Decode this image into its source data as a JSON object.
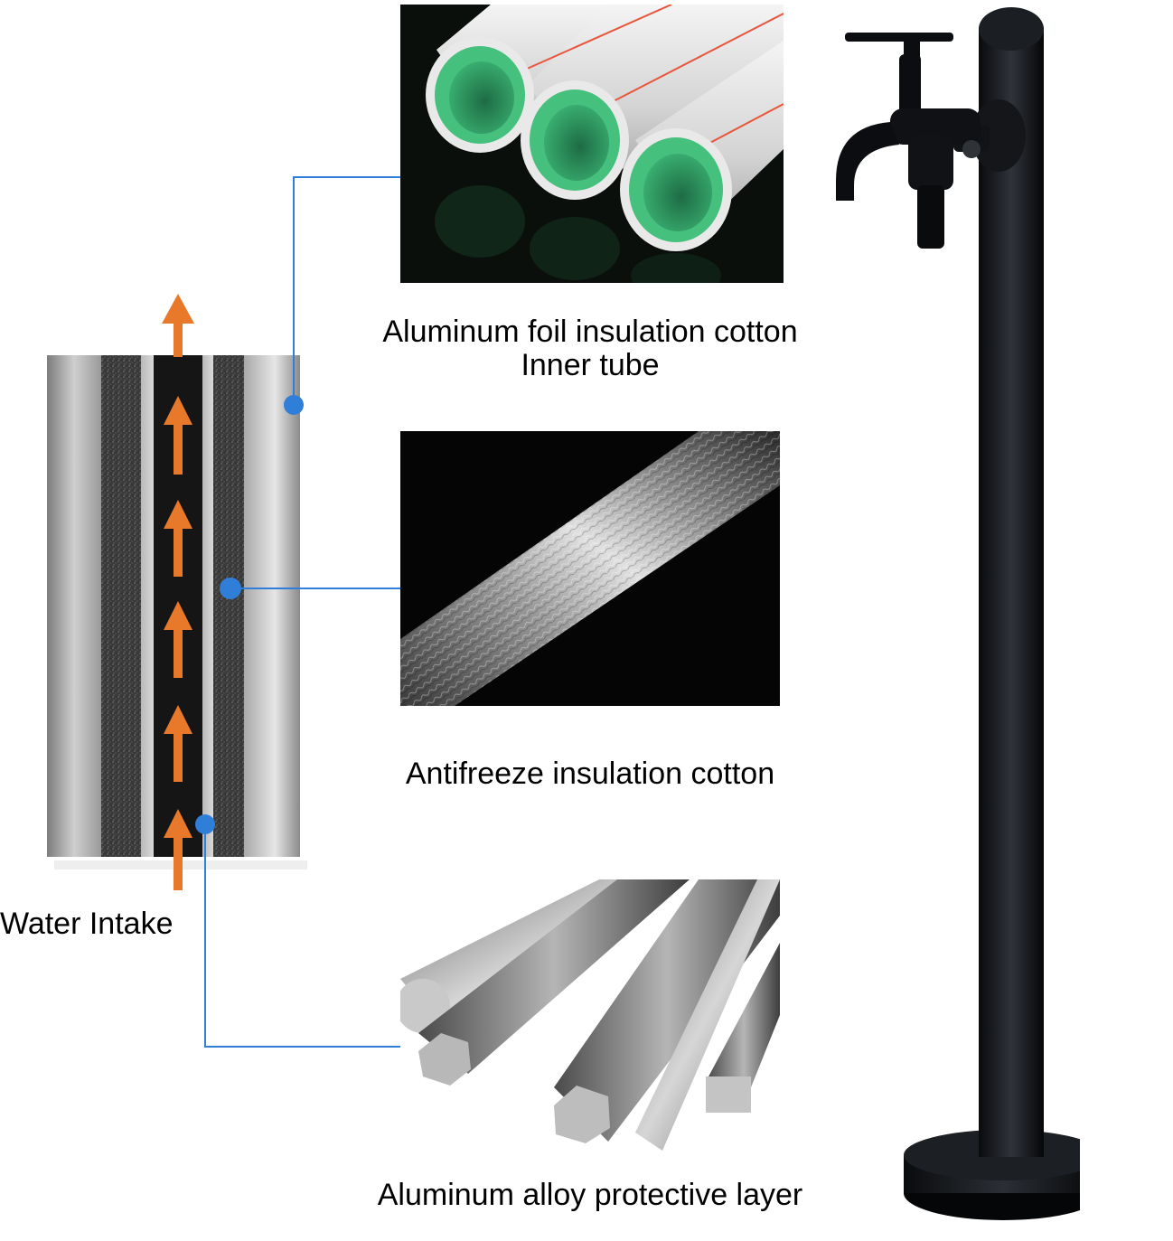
{
  "labels": {
    "inner_tube_line1": "Aluminum foil insulation cotton",
    "inner_tube_line2": "Inner tube",
    "antifreeze": "Antifreeze insulation cotton",
    "protective": "Aluminum alloy protective layer",
    "water_intake": "Water Intake"
  },
  "colors": {
    "arrow": "#e8792b",
    "connector": "#2f7fd8",
    "pipe_green": "#3bb273",
    "post_black": "#0d0f12"
  },
  "icons": {
    "flow_arrow": "up-arrow-icon",
    "connector_dot": "dot-icon"
  }
}
